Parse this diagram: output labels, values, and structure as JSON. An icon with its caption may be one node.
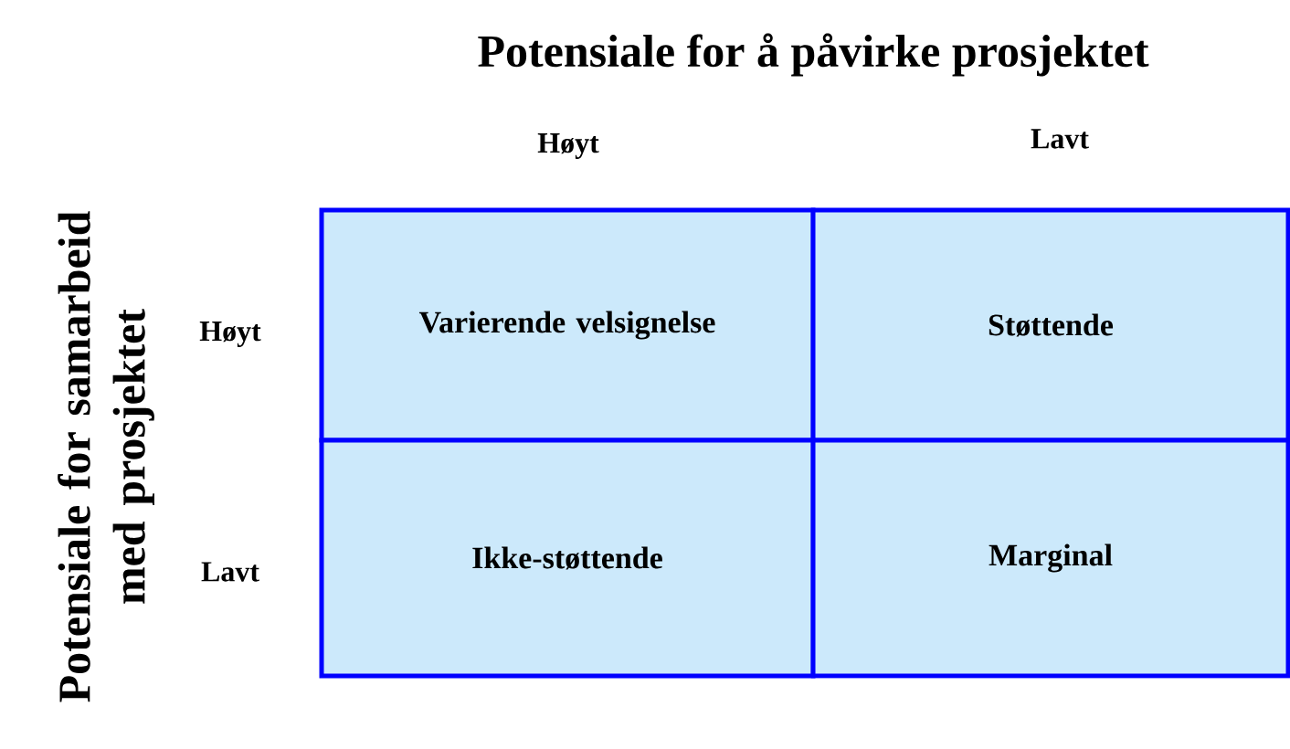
{
  "diagram": {
    "title": "Potensiale for å påvirke prosjektet",
    "nodes": [
      {
        "text": [
          "Varierende velsignelse"
        ]
      },
      {
        "text": [
          "Støttende"
        ]
      },
      {
        "text": [
          "Ikke-støttende"
        ]
      },
      {
        "text": [
          "Marginal"
        ]
      }
    ],
    "labels": [
      "Høyt",
      "Lavt",
      "Potensiale for samarbeid med prosjektet",
      "Høyt",
      "Lavt"
    ]
  }
}
